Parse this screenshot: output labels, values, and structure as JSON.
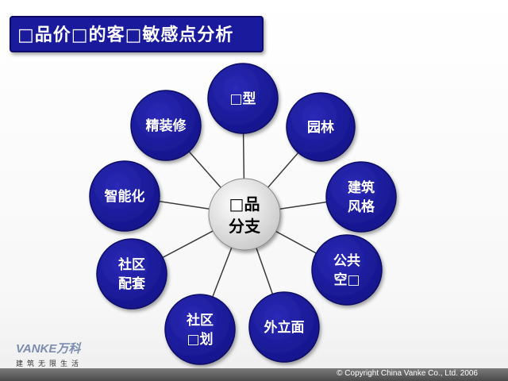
{
  "title": "□品价□的客□敏感点分析",
  "center": {
    "line1": "□品",
    "line2": "分支"
  },
  "nodes": [
    {
      "id": "n1",
      "lines": [
        "□型"
      ]
    },
    {
      "id": "n2",
      "lines": [
        "园林"
      ]
    },
    {
      "id": "n3",
      "lines": [
        "建筑",
        "风格"
      ]
    },
    {
      "id": "n4",
      "lines": [
        "公共",
        "空□"
      ]
    },
    {
      "id": "n5",
      "lines": [
        "外立面"
      ]
    },
    {
      "id": "n6",
      "lines": [
        "社区",
        "□划"
      ]
    },
    {
      "id": "n7",
      "lines": [
        "社区",
        "配套"
      ]
    },
    {
      "id": "n8",
      "lines": [
        "智能化"
      ]
    },
    {
      "id": "n9",
      "lines": [
        "精装修"
      ]
    }
  ],
  "colors": {
    "node_fill": "#1a1a9c",
    "node_stroke": "#0c0c66",
    "center_fill": "#d8d8d8",
    "line": "#3a3a3a"
  },
  "logo": {
    "brand": "VANKE万科",
    "tagline": "建筑无限生活"
  },
  "footer": {
    "copyright": "© Copyright China Vanke Co., Ltd. 2006"
  }
}
